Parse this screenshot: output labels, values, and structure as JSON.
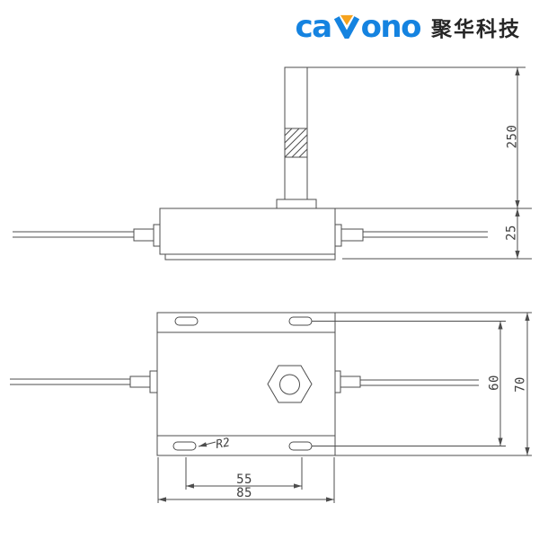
{
  "meta": {
    "background_color": "#ffffff",
    "line_color": "#4d4d4d",
    "dimension_text_color": "#3f3f3f"
  },
  "logo": {
    "brand": "cavono",
    "brand_prefix": "ca",
    "brand_suffix": "ono",
    "brand_color": "#1583e0",
    "accent_color": "#f6a31e",
    "company": "聚华科技",
    "company_color": "#262626"
  },
  "drawing": {
    "type": "technical-dimension-drawing",
    "views": [
      {
        "name": "front-view",
        "description": "side elevation: body with side cables and vertical probe with break hatch"
      },
      {
        "name": "top-view",
        "description": "plan view: flanged box with four mounting slots, hex nut boss and side cables"
      }
    ],
    "dimensions": {
      "probe_length": {
        "label": "250",
        "measures": "probe length above body",
        "view": "front",
        "orientation": "vertical"
      },
      "body_height": {
        "label": "25",
        "measures": "body height",
        "view": "front",
        "orientation": "vertical"
      },
      "slot_span_v": {
        "label": "60",
        "measures": "vertical slot spacing",
        "view": "top",
        "orientation": "vertical"
      },
      "body_depth": {
        "label": "70",
        "measures": "overall body depth",
        "view": "top",
        "orientation": "vertical"
      },
      "slot_span_h": {
        "label": "55",
        "measures": "horizontal slot spacing",
        "view": "top",
        "orientation": "horizontal"
      },
      "body_width": {
        "label": "85",
        "measures": "overall body width",
        "view": "top",
        "orientation": "horizontal"
      },
      "slot_radius": {
        "label": "R2",
        "measures": "mounting slot end radius",
        "view": "top",
        "orientation": "leader"
      }
    }
  }
}
